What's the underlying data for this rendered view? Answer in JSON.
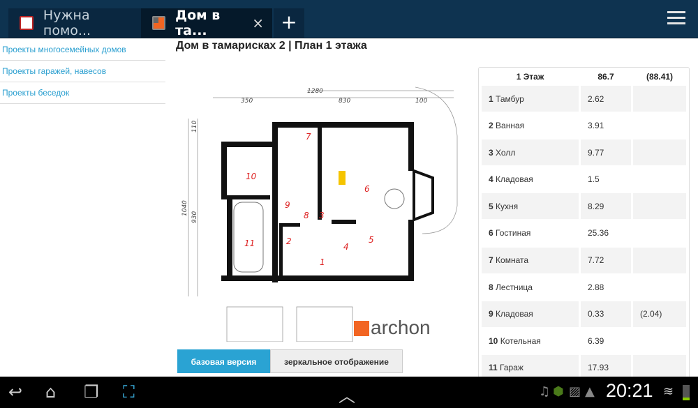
{
  "browser": {
    "tabs": [
      {
        "label": "Нужна помо...",
        "active": false
      },
      {
        "label": "Дом в та...",
        "active": true
      }
    ],
    "close_icon": "×",
    "new_tab_icon": "+",
    "menu_icon": "menu-icon"
  },
  "sidebar": {
    "items": [
      "Проекты многосемейных домов",
      "Проекты гаражей, навесов",
      "Проекты беседок"
    ]
  },
  "page": {
    "title": "Дом в тамарисках 2 | План 1 этажа"
  },
  "plan": {
    "dims": [
      "1280",
      "350",
      "830",
      "100",
      "1040",
      "930",
      "110"
    ],
    "rooms": [
      "1",
      "2",
      "3",
      "4",
      "5",
      "6",
      "7",
      "8",
      "9",
      "10",
      "11"
    ],
    "logo": "archon"
  },
  "version_buttons": {
    "base": "базовая версия",
    "mirror": "зеркальное отображение"
  },
  "table": {
    "header": [
      "1 Этаж",
      "86.7",
      "(88.41)"
    ],
    "rows": [
      {
        "n": "1",
        "name": "Тамбур",
        "area": "2.62",
        "extra": ""
      },
      {
        "n": "2",
        "name": "Ванная",
        "area": "3.91",
        "extra": ""
      },
      {
        "n": "3",
        "name": "Холл",
        "area": "9.77",
        "extra": ""
      },
      {
        "n": "4",
        "name": "Кладовая",
        "area": "1.5",
        "extra": ""
      },
      {
        "n": "5",
        "name": "Кухня",
        "area": "8.29",
        "extra": ""
      },
      {
        "n": "6",
        "name": "Гостиная",
        "area": "25.36",
        "extra": ""
      },
      {
        "n": "7",
        "name": "Комната",
        "area": "7.72",
        "extra": ""
      },
      {
        "n": "8",
        "name": "Лестница",
        "area": "2.88",
        "extra": ""
      },
      {
        "n": "9",
        "name": "Кладовая",
        "area": "0.33",
        "extra": "(2.04)"
      },
      {
        "n": "10",
        "name": "Котельная",
        "area": "6.39",
        "extra": ""
      },
      {
        "n": "11",
        "name": "Гараж",
        "area": "17.93",
        "extra": ""
      }
    ]
  },
  "status": {
    "time": "20:21"
  },
  "colors": {
    "accent": "#2aa3d3",
    "topbar": "#0e3350",
    "logo_orange": "#f26522"
  }
}
